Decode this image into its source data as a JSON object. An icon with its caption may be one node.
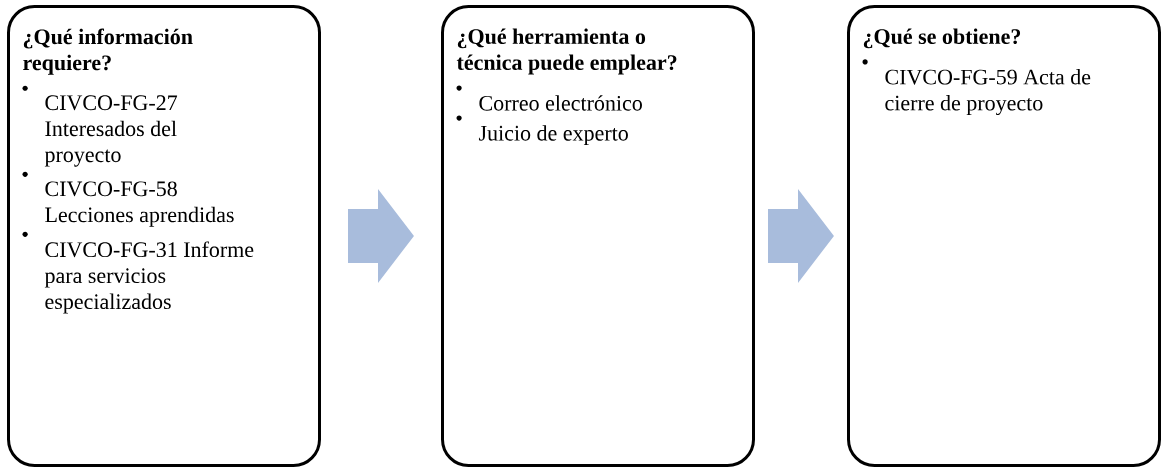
{
  "diagram": {
    "nodes": [
      {
        "text": [
          "¿Qué información requiere?",
          "CIVCO-FG-27 Interesados del proyecto",
          "CIVCO-FG-58 Lecciones aprendidas",
          "CIVCO-FG-31 Informe para servicios especializados"
        ]
      },
      {
        "text": [
          "¿Qué herramienta o técnica puede emplear?",
          "Correo electrónico",
          "Juicio de experto"
        ]
      },
      {
        "text": [
          "¿Qué se obtiene?",
          "CIVCO-FG-59 Acta de cierre de proyecto"
        ]
      }
    ],
    "edges": [
      {
        "from": 0,
        "to": 1,
        "arrow": "to"
      },
      {
        "from": 1,
        "to": 2,
        "arrow": "to"
      }
    ]
  }
}
